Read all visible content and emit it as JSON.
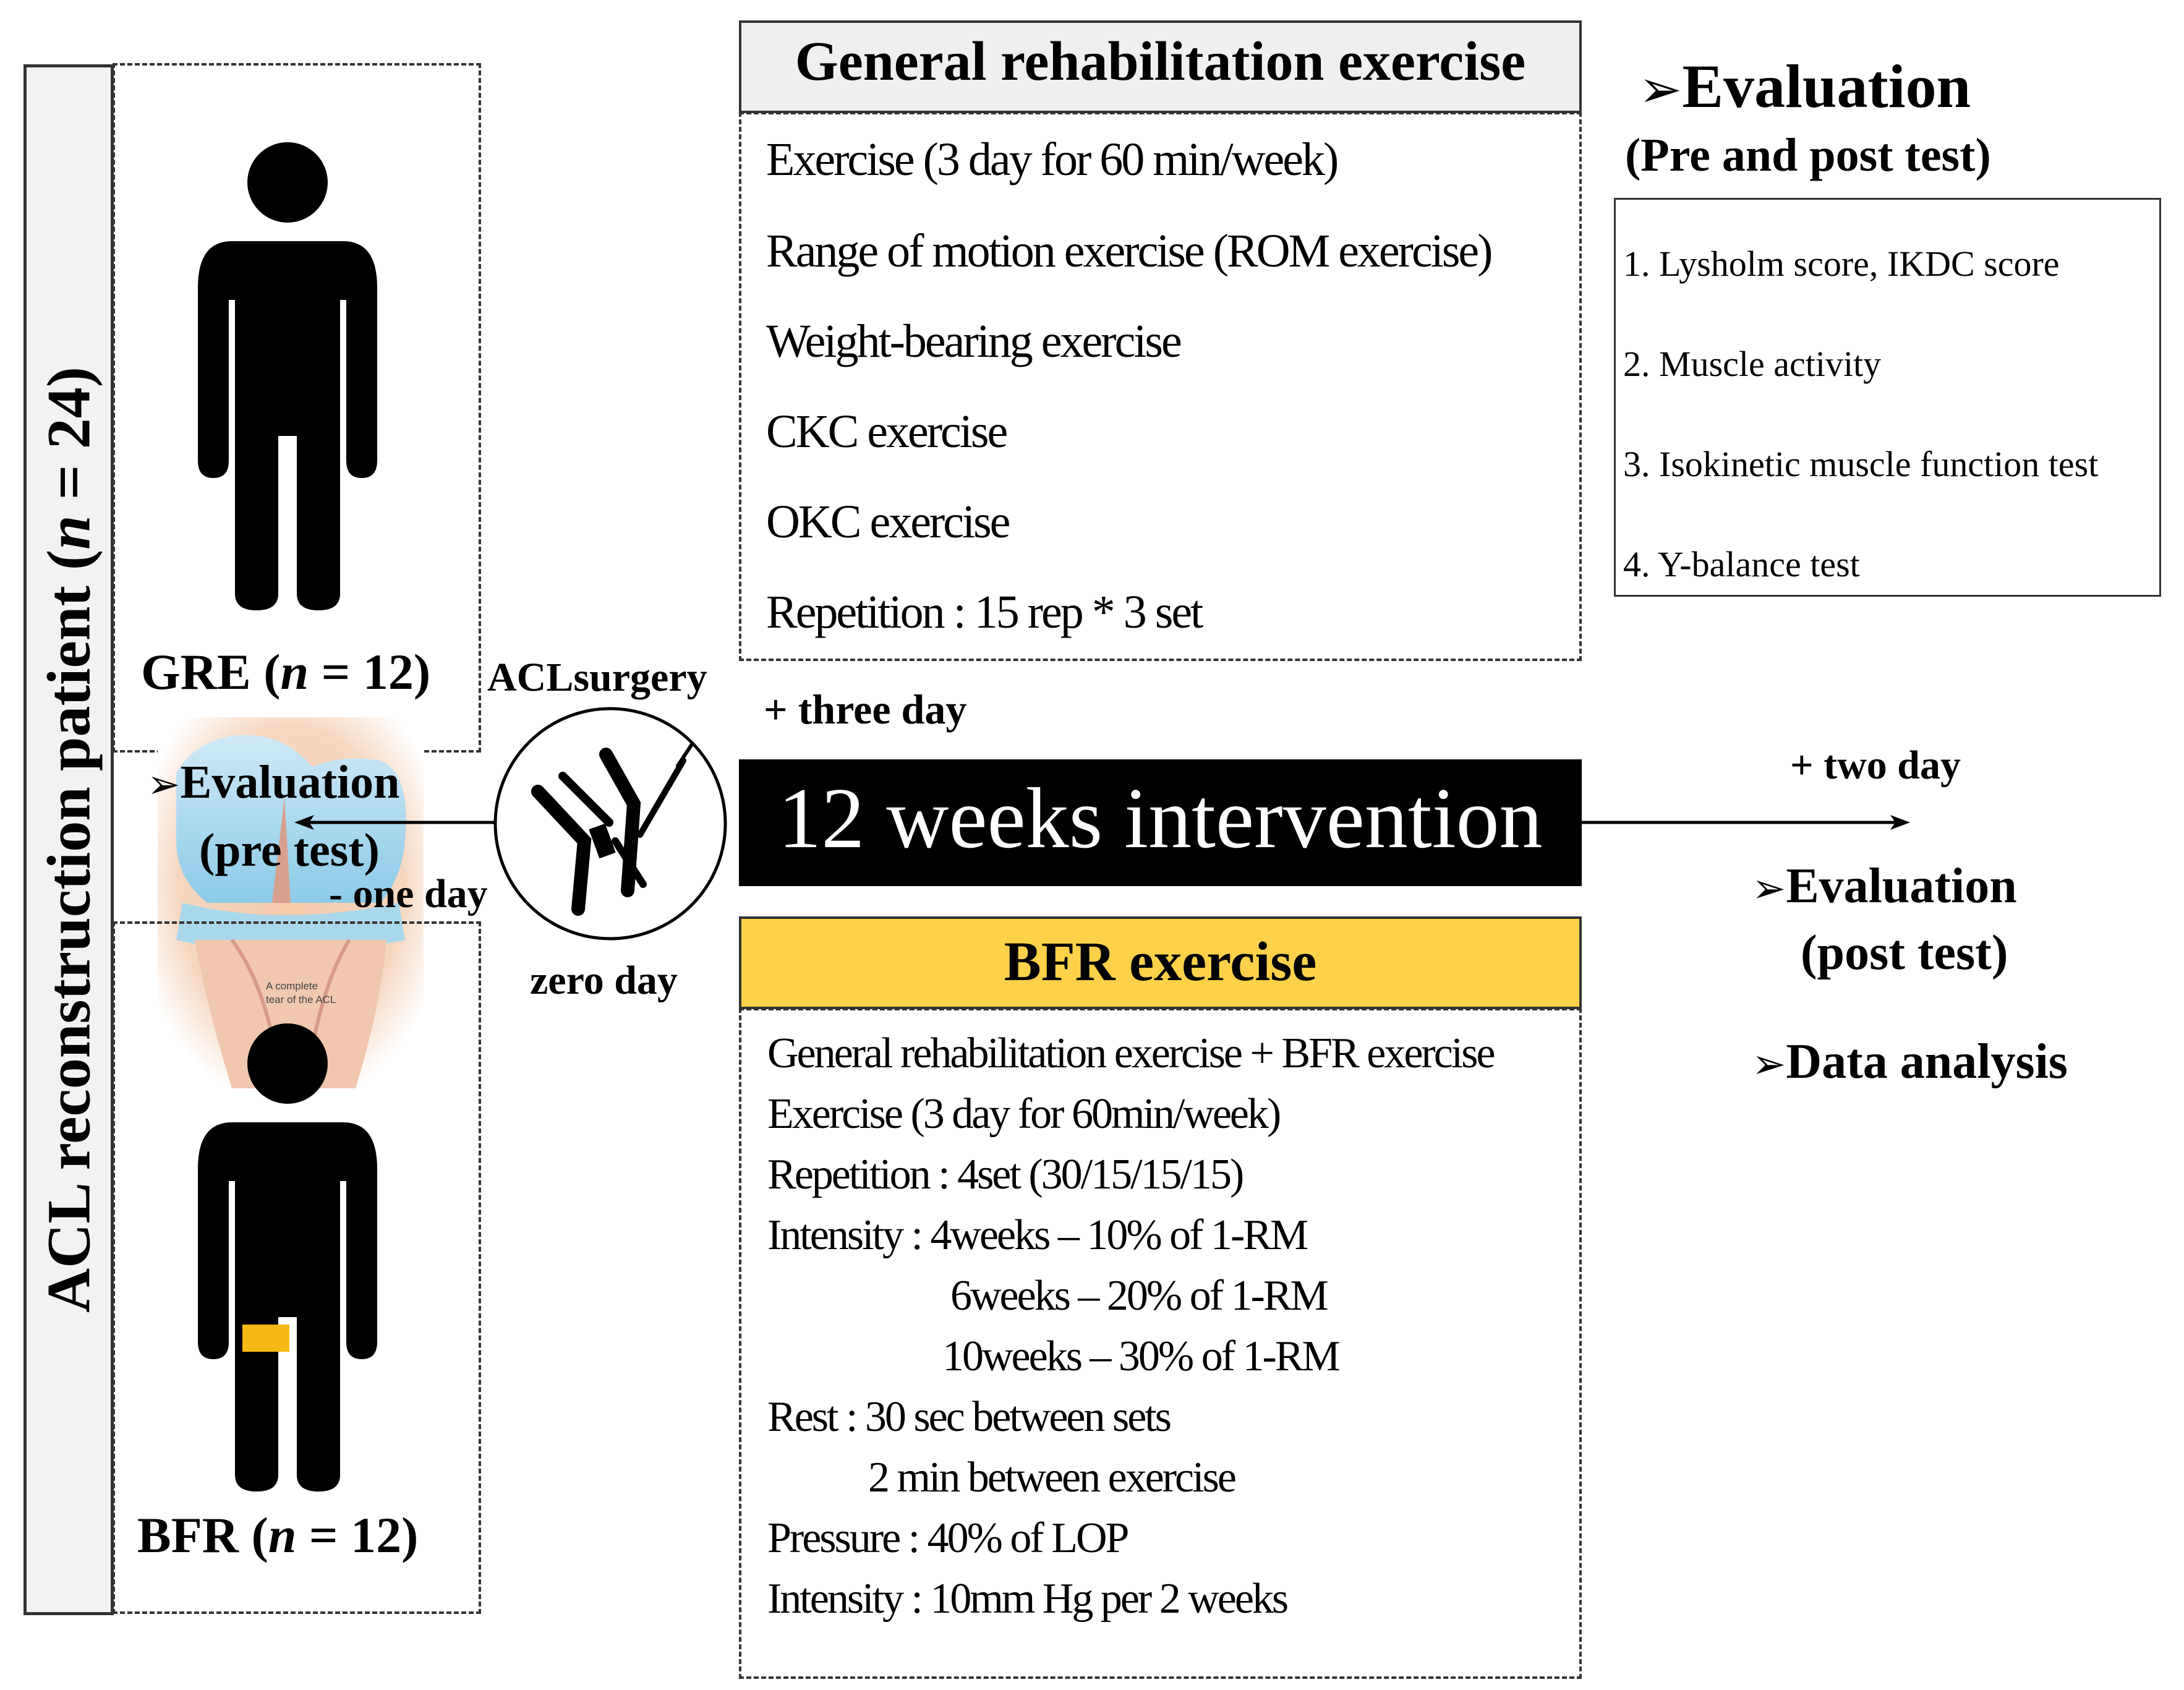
{
  "left_panel": {
    "vertical_label_main": "ACL reconstruction patient (",
    "vertical_label_n": "n",
    "vertical_label_end": " = 24)"
  },
  "gre_group": {
    "label": "GRE (",
    "n": "n",
    "count": " = 12)"
  },
  "bfr_group": {
    "label": "BFR (",
    "n": "n",
    "count": " = 12)"
  },
  "pre_eval": {
    "arrow": "➢",
    "title": "Evaluation",
    "sub": "(pre test)",
    "timing": "- one day"
  },
  "knee_image_caption": [
    "A complete",
    "tear of the ACL"
  ],
  "surgery": {
    "label": "ACLsurgery",
    "timing": "zero day"
  },
  "gre_box": {
    "title": "General rehabilitation exercise",
    "items": [
      "Exercise (3 day for 60 min/week)",
      "Range of motion exercise (ROM exercise)",
      "Weight-bearing exercise",
      "CKC exercise",
      "OKC exercise",
      "Repetition : 15 rep * 3 set"
    ]
  },
  "three_day": "+ three day",
  "intervention": {
    "label": "12 weeks intervention"
  },
  "two_day": "+ two day",
  "bfr_box": {
    "title": "BFR exercise",
    "items": [
      "General rehabilitation exercise + BFR exercise",
      "Exercise (3 day for 60min/week)",
      "Repetition : 4set (30/15/15/15)",
      "Intensity : 4weeks – 10% of 1-RM",
      "6weeks – 20% of  1-RM",
      "10weeks – 30% of 1-RM",
      "Rest : 30 sec between sets",
      "2 min between exercise",
      "Pressure : 40% of LOP",
      "Intensity : 10mm Hg per 2 weeks"
    ]
  },
  "evaluation_panel": {
    "arrow": "➢",
    "title": "Evaluation",
    "sub": "(Pre and post test)",
    "items": [
      "1. Lysholm score, IKDC score",
      "2. Muscle activity",
      "3. Isokinetic muscle function test",
      "4. Y-balance test"
    ]
  },
  "post_eval": {
    "arrow": "➢",
    "title": "Evaluation",
    "sub": "(post test)"
  },
  "data_analysis": {
    "arrow": "➢",
    "title": "Data analysis"
  },
  "colors": {
    "bfr_title_bg": "#fdd24a",
    "gre_title_bg": "#efefef",
    "cuff": "#f7b916",
    "intervention_bg": "#000000"
  }
}
